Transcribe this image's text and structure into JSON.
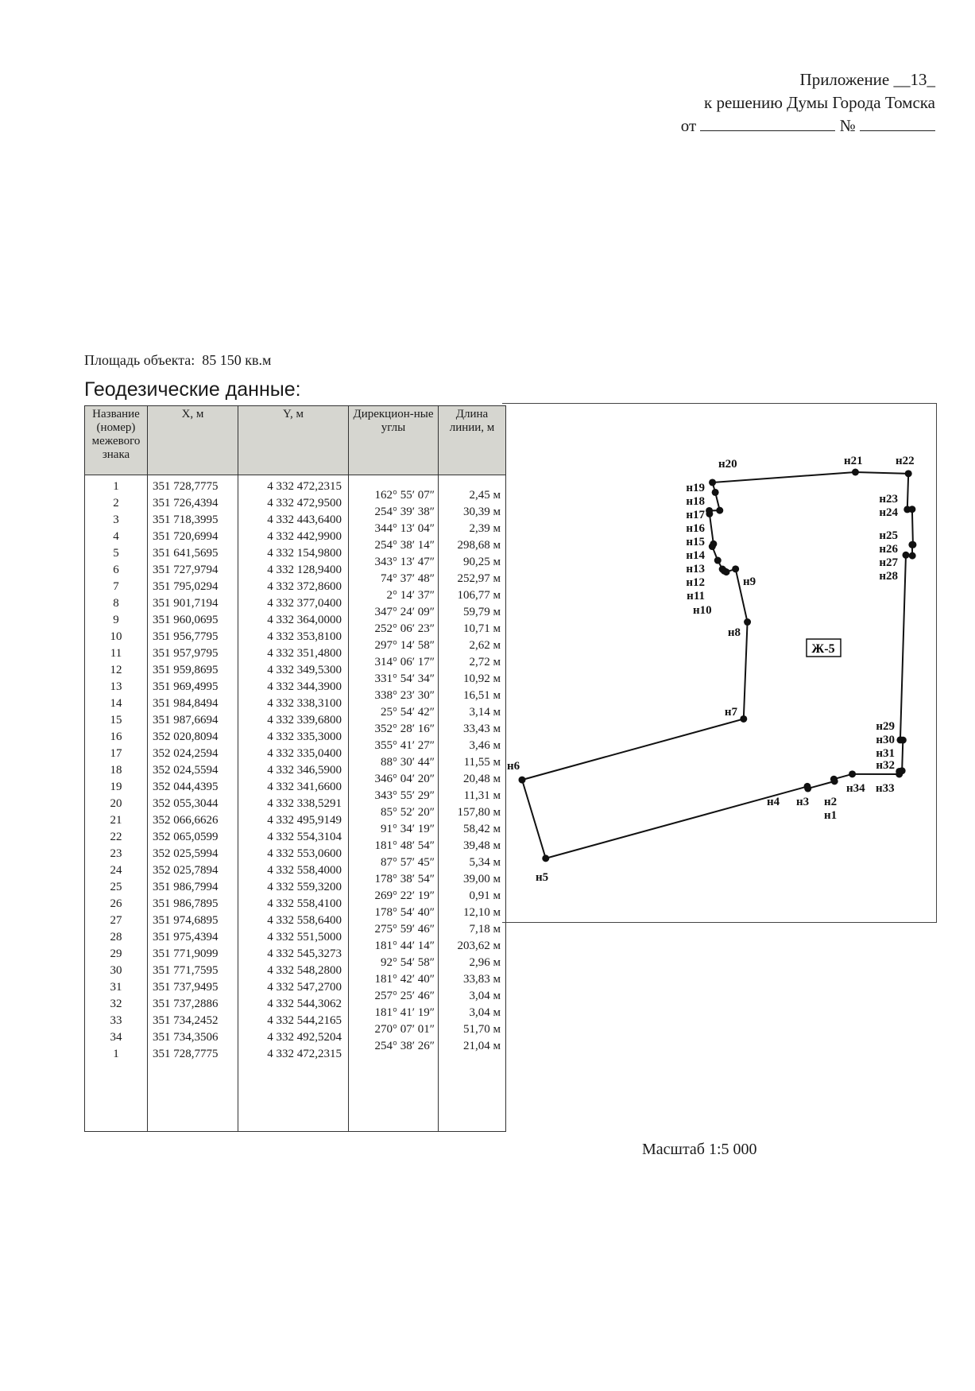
{
  "header": {
    "line1": "Приложение",
    "appendix_number": "__13_",
    "line2": "к решению Думы Города Томска",
    "date_prefix": "от",
    "number_sign": "№"
  },
  "area": {
    "label": "Площадь объекта:",
    "value": "85 150 кв.м"
  },
  "geodetic_title": "Геодезические данные:",
  "table": {
    "headers": [
      "Название (номер) межевого знака",
      "X, м",
      "Y, м",
      "Дирекцион-ные углы",
      "Длина линии, м"
    ],
    "rows": [
      {
        "n": "1",
        "x": "351 728,7775",
        "y": "4 332 472,2315"
      },
      {
        "n": "2",
        "x": "351 726,4394",
        "y": "4 332 472,9500"
      },
      {
        "n": "3",
        "x": "351 718,3995",
        "y": "4 332 443,6400"
      },
      {
        "n": "4",
        "x": "351 720,6994",
        "y": "4 332 442,9900"
      },
      {
        "n": "5",
        "x": "351 641,5695",
        "y": "4 332 154,9800"
      },
      {
        "n": "6",
        "x": "351 727,9794",
        "y": "4 332 128,9400"
      },
      {
        "n": "7",
        "x": "351 795,0294",
        "y": "4 332 372,8600"
      },
      {
        "n": "8",
        "x": "351 901,7194",
        "y": "4 332 377,0400"
      },
      {
        "n": "9",
        "x": "351 960,0695",
        "y": "4 332 364,0000"
      },
      {
        "n": "10",
        "x": "351 956,7795",
        "y": "4 332 353,8100"
      },
      {
        "n": "11",
        "x": "351 957,9795",
        "y": "4 332 351,4800"
      },
      {
        "n": "12",
        "x": "351 959,8695",
        "y": "4 332 349,5300"
      },
      {
        "n": "13",
        "x": "351 969,4995",
        "y": "4 332 344,3900"
      },
      {
        "n": "14",
        "x": "351 984,8494",
        "y": "4 332 338,3100"
      },
      {
        "n": "15",
        "x": "351 987,6694",
        "y": "4 332 339,6800"
      },
      {
        "n": "16",
        "x": "352 020,8094",
        "y": "4 332 335,3000"
      },
      {
        "n": "17",
        "x": "352 024,2594",
        "y": "4 332 335,0400"
      },
      {
        "n": "18",
        "x": "352 024,5594",
        "y": "4 332 346,5900"
      },
      {
        "n": "19",
        "x": "352 044,4395",
        "y": "4 332 341,6600"
      },
      {
        "n": "20",
        "x": "352 055,3044",
        "y": "4 332 338,5291"
      },
      {
        "n": "21",
        "x": "352 066,6626",
        "y": "4 332 495,9149"
      },
      {
        "n": "22",
        "x": "352 065,0599",
        "y": "4 332 554,3104"
      },
      {
        "n": "23",
        "x": "352 025,5994",
        "y": "4 332 553,0600"
      },
      {
        "n": "24",
        "x": "352 025,7894",
        "y": "4 332 558,4000"
      },
      {
        "n": "25",
        "x": "351 986,7994",
        "y": "4 332 559,3200"
      },
      {
        "n": "26",
        "x": "351 986,7895",
        "y": "4 332 558,4100"
      },
      {
        "n": "27",
        "x": "351 974,6895",
        "y": "4 332 558,6400"
      },
      {
        "n": "28",
        "x": "351 975,4394",
        "y": "4 332 551,5000"
      },
      {
        "n": "29",
        "x": "351 771,9099",
        "y": "4 332 545,3273"
      },
      {
        "n": "30",
        "x": "351 771,7595",
        "y": "4 332 548,2800"
      },
      {
        "n": "31",
        "x": "351 737,9495",
        "y": "4 332 547,2700"
      },
      {
        "n": "32",
        "x": "351 737,2886",
        "y": "4 332 544,3062"
      },
      {
        "n": "33",
        "x": "351 734,2452",
        "y": "4 332 544,2165"
      },
      {
        "n": "34",
        "x": "351 734,3506",
        "y": "4 332 492,5204"
      },
      {
        "n": "1",
        "x": "351 728,7775",
        "y": "4 332 472,2315"
      }
    ],
    "segments": [
      {
        "angle": "162° 55′ 07″",
        "length": "2,45 м"
      },
      {
        "angle": "254° 39′ 38″",
        "length": "30,39 м"
      },
      {
        "angle": "344° 13′ 04″",
        "length": "2,39 м"
      },
      {
        "angle": "254° 38′ 14″",
        "length": "298,68 м"
      },
      {
        "angle": "343° 13′ 47″",
        "length": "90,25 м"
      },
      {
        "angle": "74° 37′ 48″",
        "length": "252,97 м"
      },
      {
        "angle": "2° 14′ 37″",
        "length": "106,77 м"
      },
      {
        "angle": "347° 24′ 09″",
        "length": "59,79 м"
      },
      {
        "angle": "252° 06′ 23″",
        "length": "10,71 м"
      },
      {
        "angle": "297° 14′ 58″",
        "length": "2,62 м"
      },
      {
        "angle": "314° 06′ 17″",
        "length": "2,72 м"
      },
      {
        "angle": "331° 54′ 34″",
        "length": "10,92 м"
      },
      {
        "angle": "338° 23′ 30″",
        "length": "16,51 м"
      },
      {
        "angle": "25° 54′ 42″",
        "length": "3,14 м"
      },
      {
        "angle": "352° 28′ 16″",
        "length": "33,43 м"
      },
      {
        "angle": "355° 41′ 27″",
        "length": "3,46 м"
      },
      {
        "angle": "88° 30′ 44″",
        "length": "11,55 м"
      },
      {
        "angle": "346° 04′ 20″",
        "length": "20,48 м"
      },
      {
        "angle": "343° 55′ 29″",
        "length": "11,31 м"
      },
      {
        "angle": "85° 52′ 20″",
        "length": "157,80 м"
      },
      {
        "angle": "91° 34′ 19″",
        "length": "58,42 м"
      },
      {
        "angle": "181° 48′ 54″",
        "length": "39,48 м"
      },
      {
        "angle": "87° 57′ 45″",
        "length": "5,34 м"
      },
      {
        "angle": "178° 38′ 54″",
        "length": "39,00 м"
      },
      {
        "angle": "269° 22′ 19″",
        "length": "0,91 м"
      },
      {
        "angle": "178° 54′ 40″",
        "length": "12,10 м"
      },
      {
        "angle": "275° 59′ 46″",
        "length": "7,18 м"
      },
      {
        "angle": "181° 44′ 14″",
        "length": "203,62 м"
      },
      {
        "angle": "92° 54′ 58″",
        "length": "2,96 м"
      },
      {
        "angle": "181° 42′ 40″",
        "length": "33,83 м"
      },
      {
        "angle": "257° 25′ 46″",
        "length": "3,04 м"
      },
      {
        "angle": "181° 41′ 19″",
        "length": "3,04 м"
      },
      {
        "angle": "270° 07′ 01″",
        "length": "51,70 м"
      },
      {
        "angle": "254° 38′ 26″",
        "length": "21,04 м"
      }
    ]
  },
  "plan": {
    "zone_label": "Ж-5",
    "point_prefix": "н",
    "line_color": "#111111"
  },
  "scale": "Масштаб 1:5 000"
}
